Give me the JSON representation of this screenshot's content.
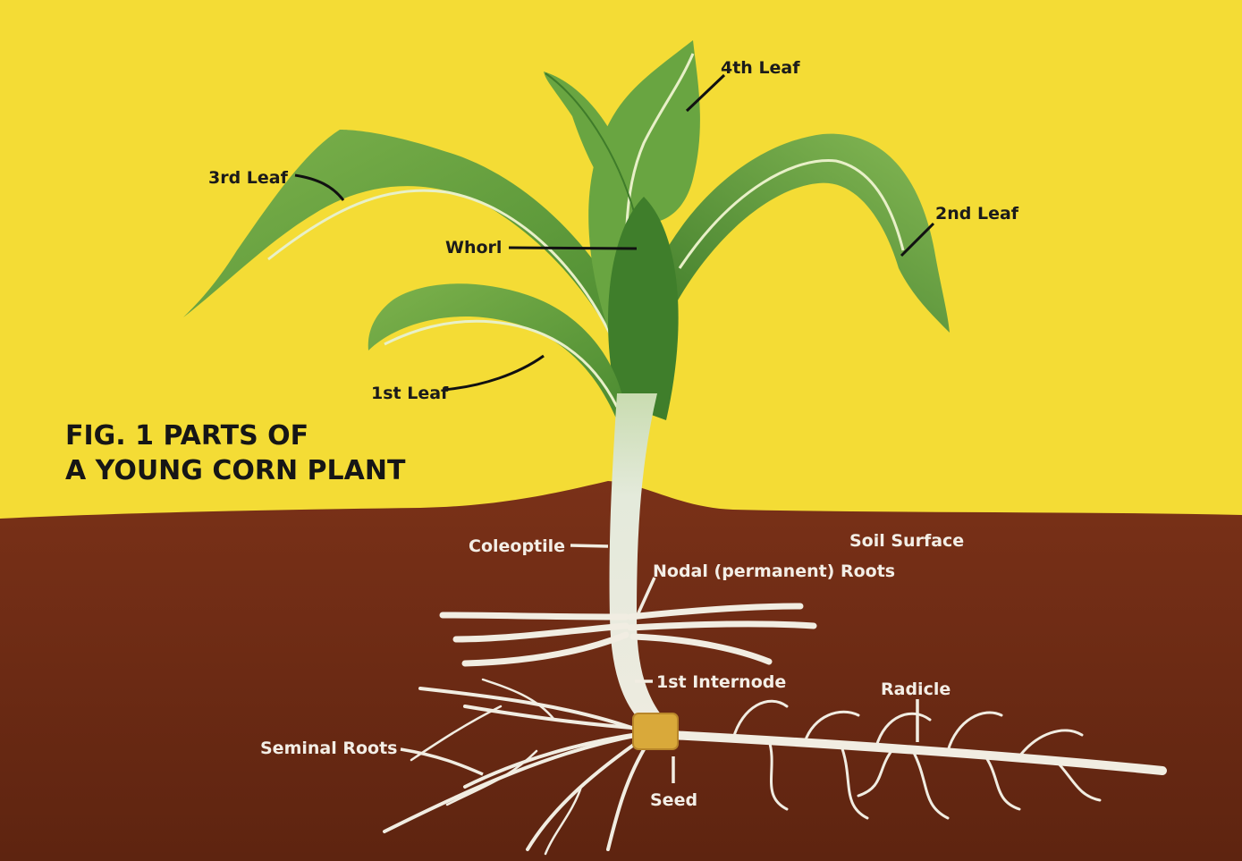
{
  "figure": {
    "title_line1": "FIG. 1  PARTS OF",
    "title_line2": "A YOUNG CORN PLANT"
  },
  "labels": {
    "fourth_leaf": "4th Leaf",
    "third_leaf": "3rd Leaf",
    "second_leaf": "2nd Leaf",
    "whorl": "Whorl",
    "first_leaf": "1st Leaf",
    "coleoptile": "Coleoptile",
    "soil_surface": "Soil Surface",
    "nodal_roots": "Nodal (permanent) Roots",
    "first_internode": "1st Internode",
    "radicle": "Radicle",
    "seminal_roots": "Seminal Roots",
    "seed": "Seed"
  },
  "colors": {
    "sky": "#f4dc35",
    "soil": "#6e2a14",
    "leaf": "#5f9e3a",
    "leaf_dark": "#3f7c2a",
    "stem": "#dfe6d2",
    "roots": "#f1ede2",
    "seed": "#d9a93a"
  }
}
